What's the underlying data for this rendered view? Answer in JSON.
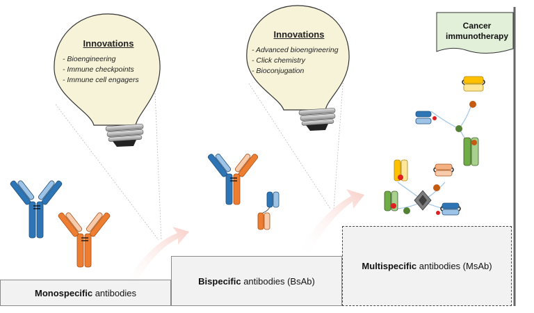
{
  "innovations_1": {
    "title": "Innovations",
    "items": [
      "- Bioengineering",
      "- Immune checkpoints",
      "- Immune cell engagers"
    ]
  },
  "innovations_2": {
    "title": "Innovations",
    "items": [
      "- Advanced bioengineering",
      "- Click chemistry",
      "- Bioconjugation"
    ]
  },
  "flag": {
    "line1": "Cancer",
    "line2": "immunotherapy"
  },
  "steps": {
    "mono": {
      "bold": "Monospecific",
      "rest": " antibodies"
    },
    "bi": {
      "bold": "Bispecific",
      "rest": " antibodies (BsAb)"
    },
    "multi": {
      "bold": "Multispecific",
      "rest": " antibodies (MsAb)"
    }
  },
  "colors": {
    "antibody_blue": "#2e75b6",
    "antibody_orange": "#ed7d31",
    "antibody_green": "#70ad47",
    "antibody_yellow": "#ffc000",
    "bulb_fill": "#f7f3d9",
    "flag_fill": "#e2f0d9",
    "arrow_pink": "#fbe3e0"
  }
}
